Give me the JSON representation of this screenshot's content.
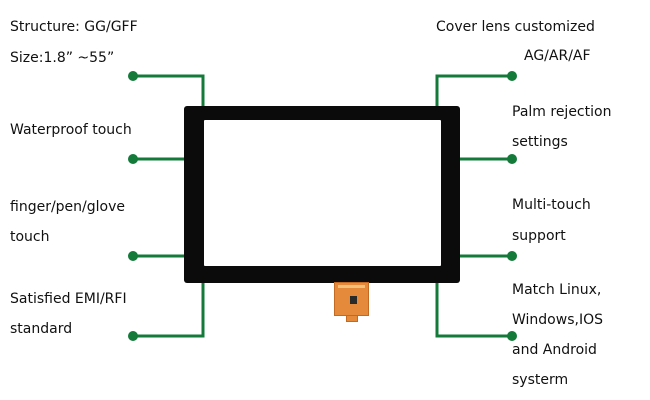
{
  "colors": {
    "connector": "#137a39",
    "bezel": "#0b0b0b",
    "fpc": "#e58a3a"
  },
  "labels": {
    "structure": "Structure: GG/GFF",
    "size": "Size:1.8”  ~55”",
    "waterproof": "Waterproof touch",
    "input_line1": "finger/pen/glove",
    "input_line2": "touch",
    "emi_line1": "Satisfied EMI/RFI",
    "emi_line2": "standard",
    "cover_line1": "Cover lens customized",
    "cover_line2": "AG/AR/AF",
    "palm_line1": "Palm rejection",
    "palm_line2": "settings",
    "multi_line1": "Multi-touch",
    "multi_line2": "support",
    "os_line1": "Match Linux,",
    "os_line2": "Windows,IOS",
    "os_line3": "and Android",
    "os_line4": "systerm"
  }
}
